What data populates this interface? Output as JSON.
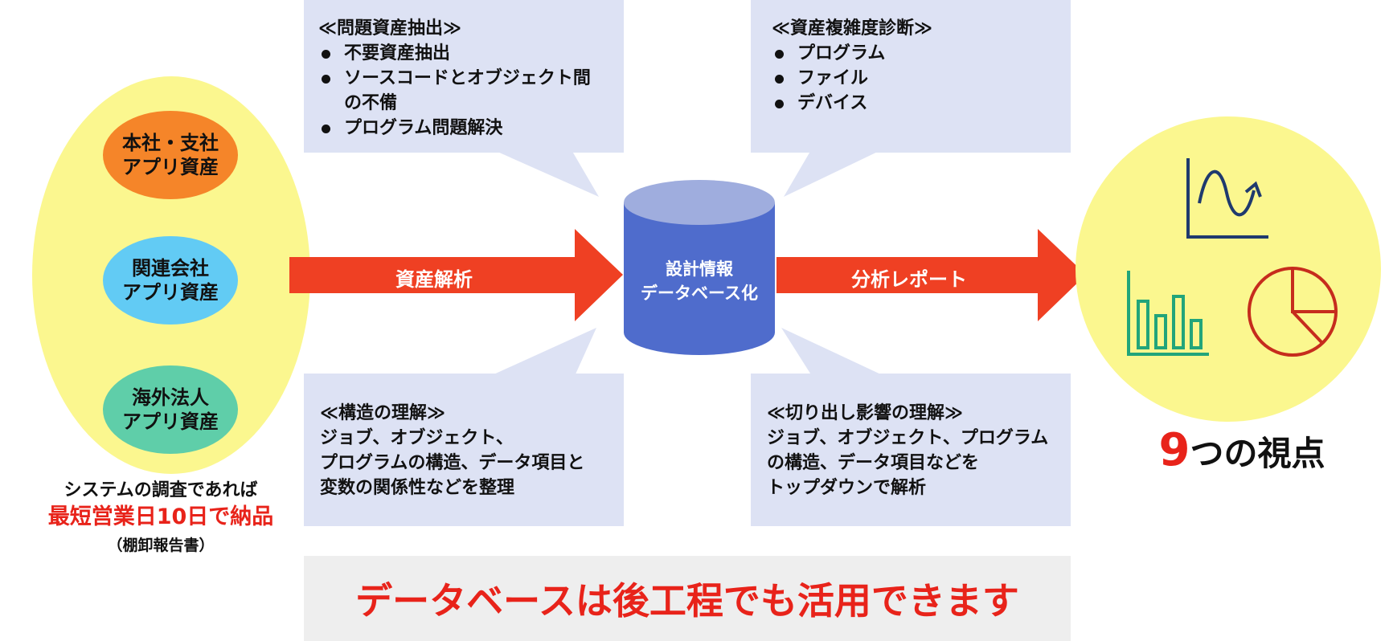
{
  "left": {
    "assets": [
      {
        "line1": "本社・支社",
        "line2": "アプリ資産",
        "color": "#f58529"
      },
      {
        "line1": "関連会社",
        "line2": "アプリ資産",
        "color": "#62cbf4"
      },
      {
        "line1": "海外法人",
        "line2": "アプリ資産",
        "color": "#5fcea9"
      }
    ],
    "note_line1": "システムの調査であれば",
    "note_highlight": "最短営業日10日で納品",
    "note_line3": "（棚卸報告書）"
  },
  "arrows": {
    "left_label": "資産解析",
    "right_label": "分析レポート",
    "color": "#ef4023"
  },
  "database": {
    "line1": "設計情報",
    "line2": "データベース化",
    "color": "#4f6ccc"
  },
  "bubbles": {
    "top_left": {
      "title": "≪問題資産抽出≫",
      "items": [
        "不要資産抽出",
        "ソースコードとオブジェクト間",
        "プログラム問題解決"
      ],
      "item2_cont": "の不備"
    },
    "top_right": {
      "title": "≪資産複雑度診断≫",
      "items": [
        "プログラム",
        "ファイル",
        "デバイス"
      ]
    },
    "bottom_left": {
      "title": "≪構造の理解≫",
      "lines": [
        "ジョブ、オブジェクト、",
        "プログラムの構造、データ項目と",
        "変数の関係性などを整理"
      ]
    },
    "bottom_right": {
      "title": "≪切り出し影響の理解≫",
      "lines": [
        "ジョブ、オブジェクト、プログラム",
        "の構造、データ項目などを",
        "トップダウンで解析"
      ]
    }
  },
  "perspectives": {
    "number": "9",
    "text": "つの視点",
    "icons": [
      "line-chart-icon",
      "bar-chart-icon",
      "pie-chart-icon"
    ]
  },
  "banner": {
    "text": "データベースは後工程でも活用できます",
    "color": "#e8231a"
  }
}
